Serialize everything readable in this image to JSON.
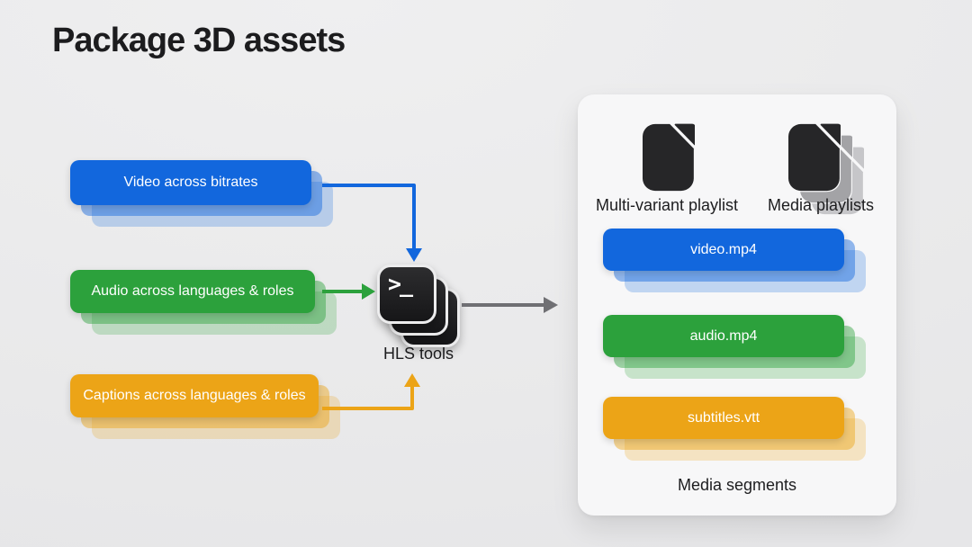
{
  "title": "Package 3D assets",
  "colors": {
    "blue": "#1267dd",
    "green": "#2ca13c",
    "orange": "#eca417",
    "arrow_gray": "#6f6f73",
    "icon_dark": "#262628",
    "doc_gray_mid": "#a3a3a6",
    "doc_gray_back": "#c6c6c9",
    "panel_bg": "#f7f7f8",
    "background": "#ececed"
  },
  "inputs": [
    {
      "label": "Video across bitrates",
      "color": "blue"
    },
    {
      "label": "Audio across languages & roles",
      "color": "green"
    },
    {
      "label": "Captions across languages & roles",
      "color": "orange"
    }
  ],
  "processor": {
    "label": "HLS tools",
    "prompt": ">_",
    "icon": "terminal-icon"
  },
  "output_panel": {
    "playlists": [
      {
        "label": "Multi-variant playlist",
        "icon": "document-icon"
      },
      {
        "label": "Media playlists",
        "icon": "documents-stack-icon"
      }
    ],
    "segments": [
      {
        "label": "video.mp4",
        "color": "blue"
      },
      {
        "label": "audio.mp4",
        "color": "green"
      },
      {
        "label": "subtitles.vtt",
        "color": "orange"
      }
    ],
    "caption": "Media segments"
  }
}
